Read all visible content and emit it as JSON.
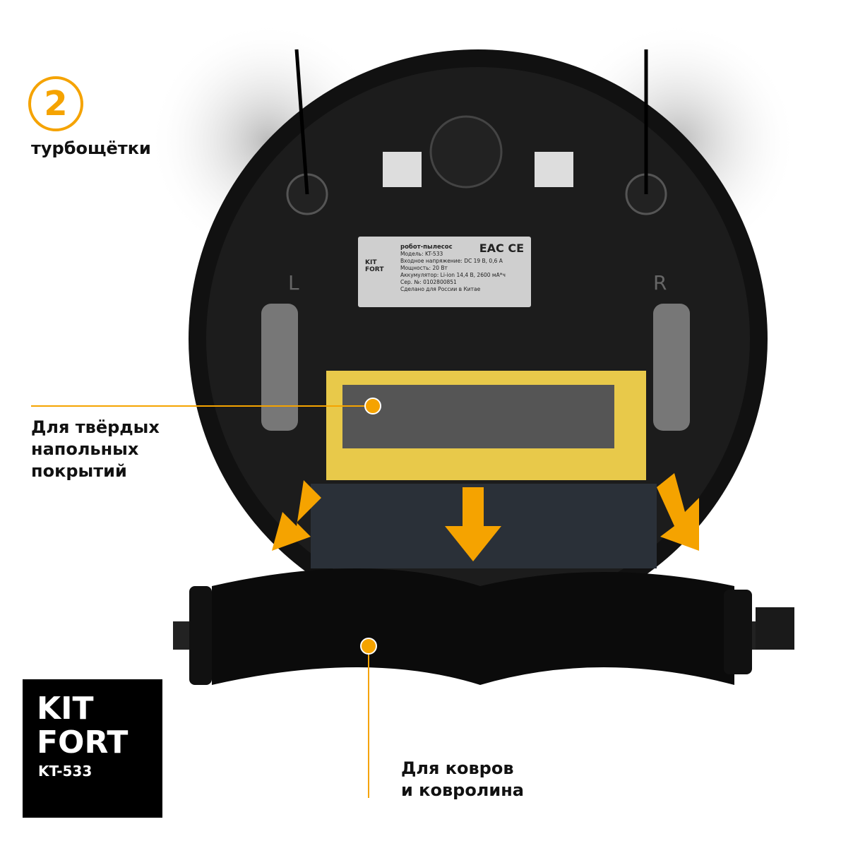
{
  "badge_number": "2",
  "feature_title": "турбощётки",
  "callouts": {
    "hard_floor": "Для твёрдых\nнапольных\nпокрытий",
    "carpet": "Для ковров\nи ковролина"
  },
  "logo": {
    "brand": "KIT\nFORT",
    "model": "KT-533"
  },
  "product_label": {
    "brand": "KIT\nFORT",
    "title": "робот-пылесос",
    "model": "Модель: KT-533",
    "input": "Входное напряжение: DC 19 В, 0,6 А",
    "power": "Мощность: 20 Вт",
    "battery": "Аккумулятор: Li-ion 14,4 В, 2600 мА*ч",
    "serial": "Сер. №: 0102800851",
    "origin": "Сделано для России в Китае",
    "marks": "EAC CE"
  },
  "wheel_labels": {
    "left": "L",
    "right": "R"
  },
  "colors": {
    "accent": "#f5a300",
    "brush_frame": "#e8c94a"
  }
}
